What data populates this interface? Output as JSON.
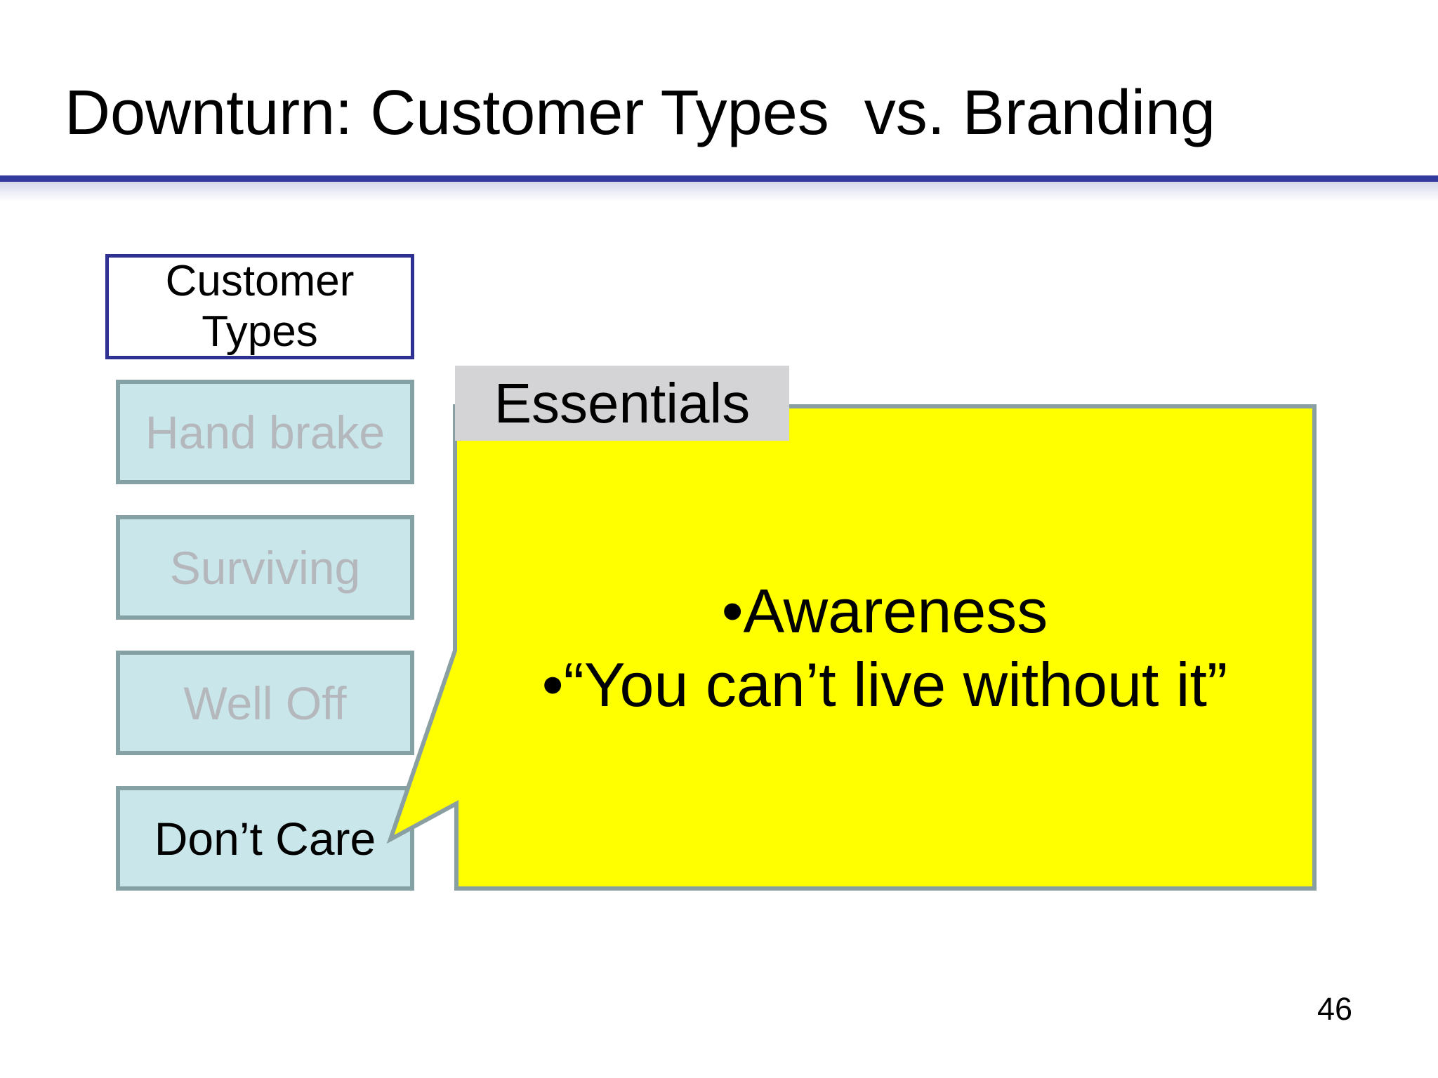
{
  "slide": {
    "title": "Downturn: Customer Types  vs. Branding",
    "page_number": "46"
  },
  "customer_types": {
    "header_line1": "Customer",
    "header_line2": "Types",
    "boxes": [
      {
        "label": "Hand brake",
        "emphasized": false
      },
      {
        "label": "Surviving",
        "emphasized": false
      },
      {
        "label": "Well Off",
        "emphasized": false
      },
      {
        "label": "Don’t Care",
        "emphasized": true
      }
    ]
  },
  "callout": {
    "tab_label": "Essentials",
    "lines": [
      "•Awareness",
      "•“You can’t live without it”"
    ]
  },
  "colors": {
    "divider_blue": "#333a9e",
    "header_border_navy": "#2e3192",
    "type_box_fill": "#c9e6ea",
    "type_box_border": "#85a1a3",
    "muted_text_gray": "#b4b7bc",
    "callout_fill_yellow": "#ffff00",
    "callout_border_gray": "#8a9fa1",
    "tab_fill_gray": "#d4d4d6"
  }
}
